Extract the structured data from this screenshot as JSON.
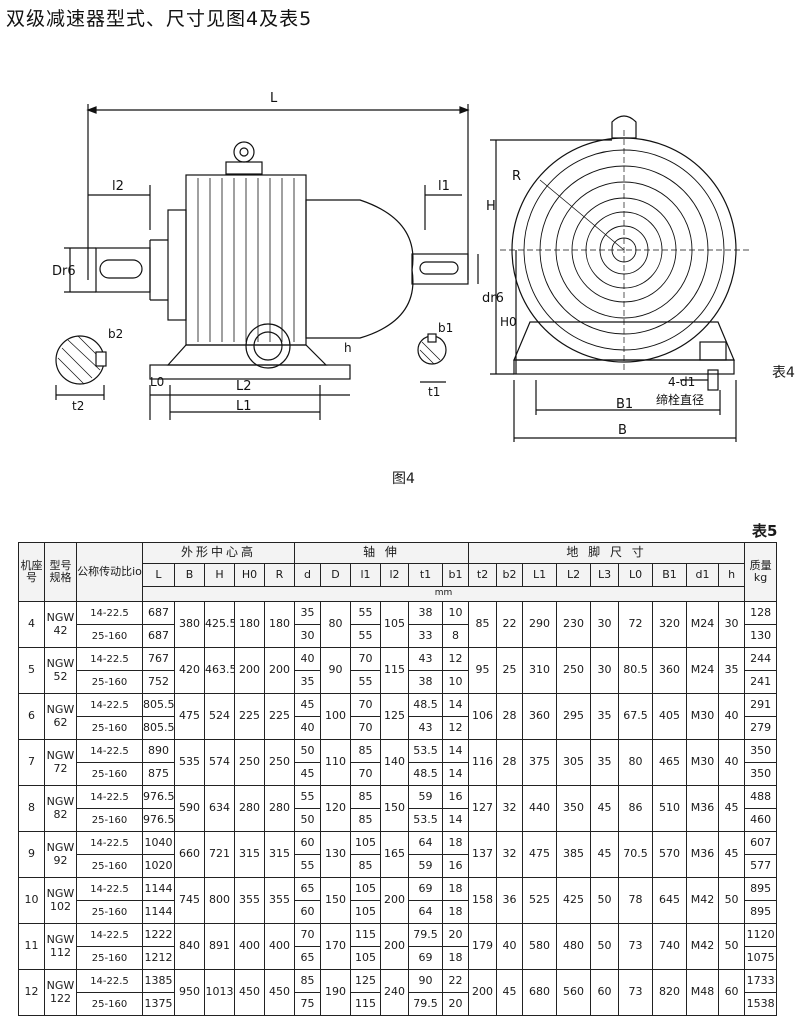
{
  "heading": "双级减速器型式、尺寸见图4及表5",
  "figure": {
    "caption": "图4",
    "side_caption": "表4",
    "labels": {
      "L": "L",
      "l2": "l2",
      "l1": "l1",
      "H": "H",
      "R": "R",
      "Dr6": "Dr6",
      "dr6": "dr6",
      "b2": "b2",
      "b1": "b1",
      "H0": "H0",
      "h": "h",
      "L0": "L0",
      "L2": "L2",
      "L1": "L1",
      "t1": "t1",
      "t2": "t2",
      "d1": "4-d1",
      "bolt": "缔栓直径",
      "B1": "B1",
      "B": "B"
    }
  },
  "table": {
    "caption": "表5",
    "unit_label": "mm",
    "headers": {
      "machine": "机座号",
      "spec": "型号规格",
      "ratio": "公称传动比io",
      "group_outline": "外形中心高",
      "group_shaft": "轴 伸",
      "group_foot": "地 脚 尺 寸",
      "mass": "质量kg",
      "cols": [
        "L",
        "B",
        "H",
        "H0",
        "R",
        "d",
        "D",
        "l1",
        "l2",
        "t1",
        "b1",
        "t2",
        "b2",
        "L1",
        "L2",
        "L3",
        "L0",
        "B1",
        "d1",
        "h"
      ]
    },
    "rows": [
      {
        "no": "4",
        "model": "NGW 42",
        "r1": "14-22.5",
        "r2": "25-160",
        "L1": "687",
        "L2": "687",
        "B": "380",
        "H": "425.5",
        "H0": "180",
        "R": "180",
        "d1": "35",
        "d2": "30",
        "D": "80",
        "ll1": "55",
        "ll2": "55",
        "l2": "105",
        "t1a": "38",
        "t1b": "33",
        "b1a": "10",
        "b1b": "8",
        "t2": "85",
        "b2": "22",
        "F1": "290",
        "F2": "230",
        "F3": "30",
        "F0": "72",
        "B1": "320",
        "dd": "M24",
        "h": "30",
        "m1": "128",
        "m2": "130"
      },
      {
        "no": "5",
        "model": "NGW 52",
        "r1": "14-22.5",
        "r2": "25-160",
        "L1": "767",
        "L2": "752",
        "B": "420",
        "H": "463.5",
        "H0": "200",
        "R": "200",
        "d1": "40",
        "d2": "35",
        "D": "90",
        "ll1": "70",
        "ll2": "55",
        "l2": "115",
        "t1a": "43",
        "t1b": "38",
        "b1a": "12",
        "b1b": "10",
        "t2": "95",
        "b2": "25",
        "F1": "310",
        "F2": "250",
        "F3": "30",
        "F0": "80.5",
        "B1": "360",
        "dd": "M24",
        "h": "35",
        "m1": "244",
        "m2": "241"
      },
      {
        "no": "6",
        "model": "NGW 62",
        "r1": "14-22.5",
        "r2": "25-160",
        "L1": "805.5",
        "L2": "805.5",
        "B": "475",
        "H": "524",
        "H0": "225",
        "R": "225",
        "d1": "45",
        "d2": "40",
        "D": "100",
        "ll1": "70",
        "ll2": "70",
        "l2": "125",
        "t1a": "48.5",
        "t1b": "43",
        "b1a": "14",
        "b1b": "12",
        "t2": "106",
        "b2": "28",
        "F1": "360",
        "F2": "295",
        "F3": "35",
        "F0": "67.5",
        "B1": "405",
        "dd": "M30",
        "h": "40",
        "m1": "291",
        "m2": "279"
      },
      {
        "no": "7",
        "model": "NGW 72",
        "r1": "14-22.5",
        "r2": "25-160",
        "L1": "890",
        "L2": "875",
        "B": "535",
        "H": "574",
        "H0": "250",
        "R": "250",
        "d1": "50",
        "d2": "45",
        "D": "110",
        "ll1": "85",
        "ll2": "70",
        "l2": "140",
        "t1a": "53.5",
        "t1b": "48.5",
        "b1a": "14",
        "b1b": "14",
        "t2": "116",
        "b2": "28",
        "F1": "375",
        "F2": "305",
        "F3": "35",
        "F0": "80",
        "B1": "465",
        "dd": "M30",
        "h": "40",
        "m1": "350",
        "m2": "350"
      },
      {
        "no": "8",
        "model": "NGW 82",
        "r1": "14-22.5",
        "r2": "25-160",
        "L1": "976.5",
        "L2": "976.5",
        "B": "590",
        "H": "634",
        "H0": "280",
        "R": "280",
        "d1": "55",
        "d2": "50",
        "D": "120",
        "ll1": "85",
        "ll2": "85",
        "l2": "150",
        "t1a": "59",
        "t1b": "53.5",
        "b1a": "16",
        "b1b": "14",
        "t2": "127",
        "b2": "32",
        "F1": "440",
        "F2": "350",
        "F3": "45",
        "F0": "86",
        "B1": "510",
        "dd": "M36",
        "h": "45",
        "m1": "488",
        "m2": "460"
      },
      {
        "no": "9",
        "model": "NGW 92",
        "r1": "14-22.5",
        "r2": "25-160",
        "L1": "1040",
        "L2": "1020",
        "B": "660",
        "H": "721",
        "H0": "315",
        "R": "315",
        "d1": "60",
        "d2": "55",
        "D": "130",
        "ll1": "105",
        "ll2": "85",
        "l2": "165",
        "t1a": "64",
        "t1b": "59",
        "b1a": "18",
        "b1b": "16",
        "t2": "137",
        "b2": "32",
        "F1": "475",
        "F2": "385",
        "F3": "45",
        "F0": "70.5",
        "B1": "570",
        "dd": "M36",
        "h": "45",
        "m1": "607",
        "m2": "577"
      },
      {
        "no": "10",
        "model": "NGW 102",
        "r1": "14-22.5",
        "r2": "25-160",
        "L1": "1144",
        "L2": "1144",
        "B": "745",
        "H": "800",
        "H0": "355",
        "R": "355",
        "d1": "65",
        "d2": "60",
        "D": "150",
        "ll1": "105",
        "ll2": "105",
        "l2": "200",
        "t1a": "69",
        "t1b": "64",
        "b1a": "18",
        "b1b": "18",
        "t2": "158",
        "b2": "36",
        "F1": "525",
        "F2": "425",
        "F3": "50",
        "F0": "78",
        "B1": "645",
        "dd": "M42",
        "h": "50",
        "m1": "895",
        "m2": "895"
      },
      {
        "no": "11",
        "model": "NGW 112",
        "r1": "14-22.5",
        "r2": "25-160",
        "L1": "1222",
        "L2": "1212",
        "B": "840",
        "H": "891",
        "H0": "400",
        "R": "400",
        "d1": "70",
        "d2": "65",
        "D": "170",
        "ll1": "115",
        "ll2": "105",
        "l2": "200",
        "t1a": "79.5",
        "t1b": "69",
        "b1a": "20",
        "b1b": "18",
        "t2": "179",
        "b2": "40",
        "F1": "580",
        "F2": "480",
        "F3": "50",
        "F0": "73",
        "B1": "740",
        "dd": "M42",
        "h": "50",
        "m1": "1120",
        "m2": "1075"
      },
      {
        "no": "12",
        "model": "NGW 122",
        "r1": "14-22.5",
        "r2": "25-160",
        "L1": "1385",
        "L2": "1375",
        "B": "950",
        "H": "1013",
        "H0": "450",
        "R": "450",
        "d1": "85",
        "d2": "75",
        "D": "190",
        "ll1": "125",
        "ll2": "115",
        "l2": "240",
        "t1a": "90",
        "t1b": "79.5",
        "b1a": "22",
        "b1b": "20",
        "t2": "200",
        "b2": "45",
        "F1": "680",
        "F2": "560",
        "F3": "60",
        "F0": "73",
        "B1": "820",
        "dd": "M48",
        "h": "60",
        "m1": "1733",
        "m2": "1538"
      }
    ]
  }
}
